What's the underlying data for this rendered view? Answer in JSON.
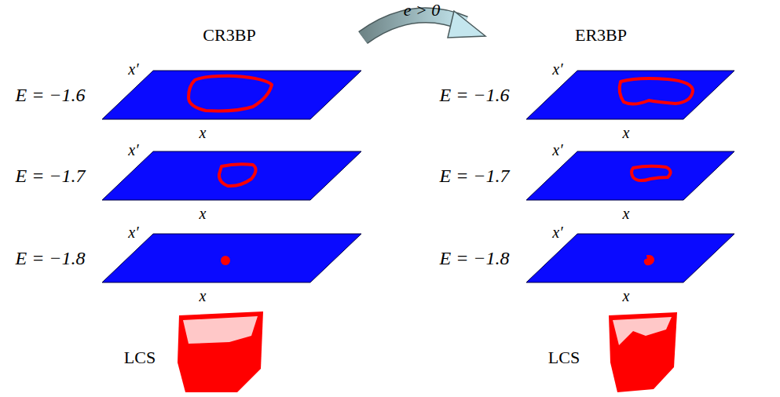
{
  "diagram": {
    "labels": [
      "e > 0",
      "CR3BP",
      "ER3BP",
      "E = −1.6",
      "x′",
      "E = −1.6",
      "x′",
      "x",
      "x",
      "E = −1.7",
      "x′",
      "E = −1.7",
      "x′",
      "x",
      "x",
      "E = −1.8",
      "x′",
      "E = −1.8",
      "x′",
      "x",
      "x",
      "LCS",
      "LCS"
    ]
  }
}
